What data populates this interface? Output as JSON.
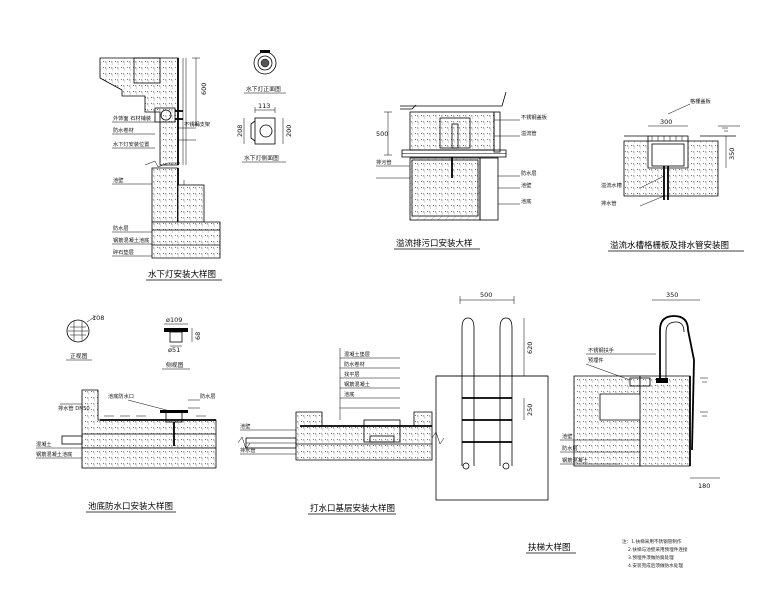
{
  "drawings": {
    "underwater_light": {
      "title": "水下灯安装大样图",
      "dim_600": "600",
      "labels": [
        "外饰面 石材铺装",
        "防水卷材",
        "水下灯安装位置",
        "不锈钢支架",
        "池壁",
        "防水层",
        "钢筋混凝土池底",
        "碎石垫层"
      ],
      "front_view_caption": "水下灯正面图",
      "side_view_caption": "水下灯侧面图",
      "dim_113": "113",
      "dim_200": "200",
      "dim_208": "208"
    },
    "overflow_outlet": {
      "title": "溢流排污口安装大样",
      "dim_500": "500",
      "labels": [
        "不锈钢盖板",
        "溢流管",
        "排污管",
        "防水层",
        "池壁",
        "池底"
      ]
    },
    "gutter_grate": {
      "title": "溢流水槽格栅板及排水管安装图",
      "dim_300": "300",
      "dim_350": "350",
      "labels": [
        "格栅盖板",
        "溢流水槽",
        "排水管"
      ]
    },
    "pool_bottom_drain": {
      "title": "池底防水口安装大样图",
      "front_caption": "正视图",
      "side_caption": "侧视图",
      "dim_108": "108",
      "dim_109": "ø109",
      "dim_68": "68",
      "dim_51": "ø51",
      "labels": [
        "池底防水口",
        "防水层",
        "混凝土",
        "钢筋混凝土池底",
        "排水管 DN50"
      ]
    },
    "drain_base": {
      "title": "打水口基层安装大样图",
      "labels": [
        "池壁",
        "混凝土垫层",
        "防水卷材",
        "找平层",
        "钢筋混凝土",
        "排水管",
        "池底"
      ]
    },
    "handrail": {
      "title": "扶梯大样图",
      "dim_500": "500",
      "dim_620": "620",
      "dim_250": "250",
      "dim_350": "350",
      "dim_180": "180",
      "labels": [
        "不锈钢扶手",
        "预埋件",
        "池壁",
        "防水层",
        "钢筋混凝土"
      ],
      "notes": [
        "注：1.扶梯采用不锈钢管制作",
        "2.扶梯与池壁采用预埋件连接",
        "3.预埋件须做防腐处理",
        "4.安装完成后须做防水处理"
      ]
    }
  }
}
